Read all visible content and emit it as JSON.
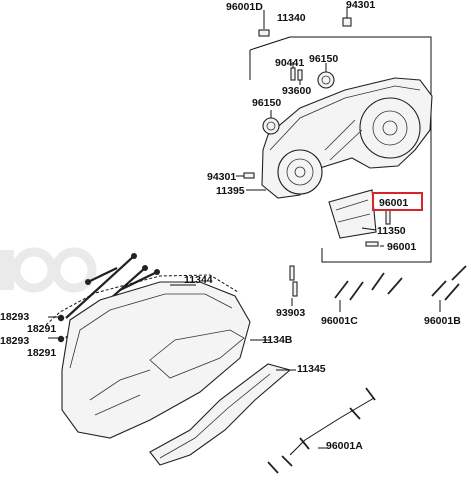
{
  "diagram": {
    "labels": {
      "p96001D": "96001D",
      "p94301_top": "94301",
      "p11340": "11340",
      "p90441": "90441",
      "p96150_top": "96150",
      "p93600": "93600",
      "p96150_left": "96150",
      "p94301_left": "94301",
      "p11395": "11395",
      "p96001_hl": "96001",
      "p11350": "11350",
      "p96001_bottom": "96001",
      "p11344": "11344",
      "p18293_a": "18293",
      "p18291_a": "18291",
      "p18293_b": "18293",
      "p18291_b": "18291",
      "p93903": "93903",
      "p96001C": "96001C",
      "p96001B": "96001B",
      "p1134B": "1134B",
      "p11345": "11345",
      "p96001A": "96001A"
    },
    "highlight_color": "#d8232a"
  }
}
